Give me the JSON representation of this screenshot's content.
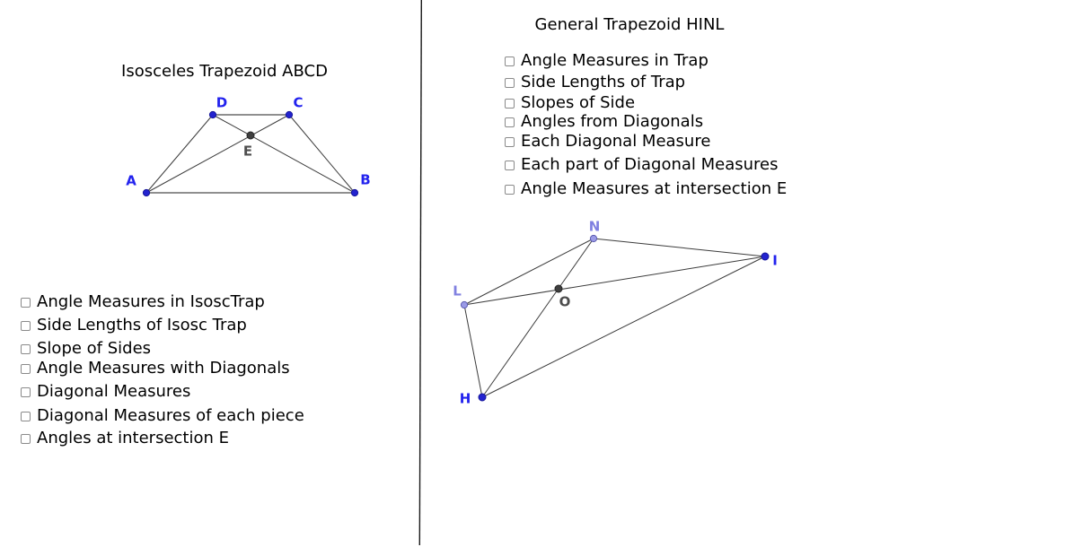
{
  "left_panel": {
    "title": "Isosceles Trapezoid ABCD",
    "checkboxes": [
      {
        "id": "angle-measures-in-isosctrap",
        "label": "Angle Measures in IsoscTrap",
        "checked": false
      },
      {
        "id": "side-lengths-of-isosc-trap",
        "label": "Side Lengths of Isosc Trap",
        "checked": false
      },
      {
        "id": "slope-of-sides",
        "label": "Slope of Sides",
        "checked": false
      },
      {
        "id": "angle-measures-with-diagonals",
        "label": "Angle Measures with Diagonals",
        "checked": false
      },
      {
        "id": "diagonal-measures",
        "label": "Diagonal Measures",
        "checked": false
      },
      {
        "id": "diagonal-measures-of-each-piece",
        "label": "Diagonal Measures of each piece",
        "checked": false
      },
      {
        "id": "angles-at-intersection-e",
        "label": "Angles at intersection E",
        "checked": false
      }
    ],
    "figure": {
      "point_labels": {
        "A": "A",
        "B": "B",
        "C": "C",
        "D": "D",
        "E": "E"
      }
    }
  },
  "right_panel": {
    "title": "General Trapezoid HINL",
    "checkboxes": [
      {
        "id": "angle-measures-in-trap",
        "label": "Angle Measures in Trap",
        "checked": false
      },
      {
        "id": "side-lengths-of-trap",
        "label": "Side Lengths of Trap",
        "checked": false
      },
      {
        "id": "slopes-of-side",
        "label": "Slopes of Side",
        "checked": false
      },
      {
        "id": "angles-from-diagonals",
        "label": "Angles from Diagonals",
        "checked": false
      },
      {
        "id": "each-diagonal-measure",
        "label": "Each Diagonal Measure",
        "checked": false
      },
      {
        "id": "each-part-of-diagonal-measures",
        "label": "Each part of Diagonal Measures",
        "checked": false
      },
      {
        "id": "angle-measures-at-intersection-e",
        "label": "Angle Measures at intersection E",
        "checked": false
      }
    ],
    "figure": {
      "point_labels": {
        "H": "H",
        "I": "I",
        "N": "N",
        "L": "L",
        "O": "O"
      }
    }
  },
  "colors": {
    "background": "#ffffff",
    "text": "#000000",
    "free_point_label": "#2222ee",
    "free_point_fill": "#2323cf",
    "dependent_point_label": "#8080e0",
    "dependent_point_fill": "#9a9ae6",
    "intersection_point_label": "#4d4d4d",
    "intersection_point_fill": "#3f3f3f",
    "parallel_side_stroke": "#8f8f8f",
    "edge_stroke": "#3c3c3c",
    "divider_stroke": "#1a1a1a",
    "checkbox_border": "#8a8a8a"
  }
}
